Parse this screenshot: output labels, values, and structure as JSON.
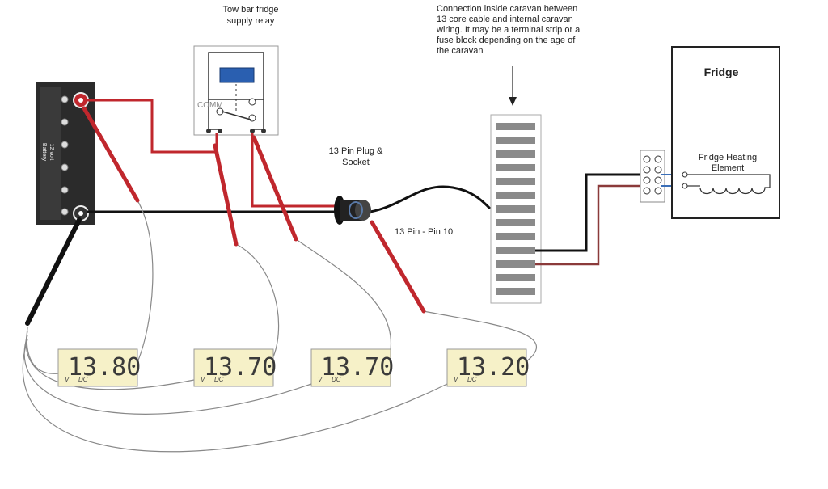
{
  "labels": {
    "relay_title_line1": "Tow bar fridge",
    "relay_title_line2": "supply relay",
    "relay_comm": "COMM",
    "battery_line1": "12 volt",
    "battery_line2": "Battery",
    "plug_line1": "13 Pin Plug &",
    "plug_line2": "Socket",
    "pin_label": "13 Pin - Pin 10",
    "connection_line1": "Connection inside caravan between",
    "connection_line2": "13 core cable and internal caravan",
    "connection_line3": "wiring. It may be a terminal strip or a",
    "connection_line4": "fuse block depending on the age of",
    "connection_line5": "the caravan",
    "fridge_title": "Fridge",
    "heating_line1": "Fridge Heating",
    "heating_line2": "Element"
  },
  "meters": [
    {
      "reading": "13.80",
      "unit_v": "V",
      "unit_dc": "DC"
    },
    {
      "reading": "13.70",
      "unit_v": "V",
      "unit_dc": "DC"
    },
    {
      "reading": "13.70",
      "unit_v": "V",
      "unit_dc": "DC"
    },
    {
      "reading": "13.20",
      "unit_v": "V",
      "unit_dc": "DC"
    }
  ],
  "colors": {
    "positive_wire": "#c0272d",
    "negative_wire": "#111111",
    "brown_wire": "#8b3a3a",
    "probe_lead": "#888888",
    "lcd_face": "#f6f1c8",
    "battery_body": "#2b2b2b",
    "relay_coil": "#2a5fb0"
  }
}
